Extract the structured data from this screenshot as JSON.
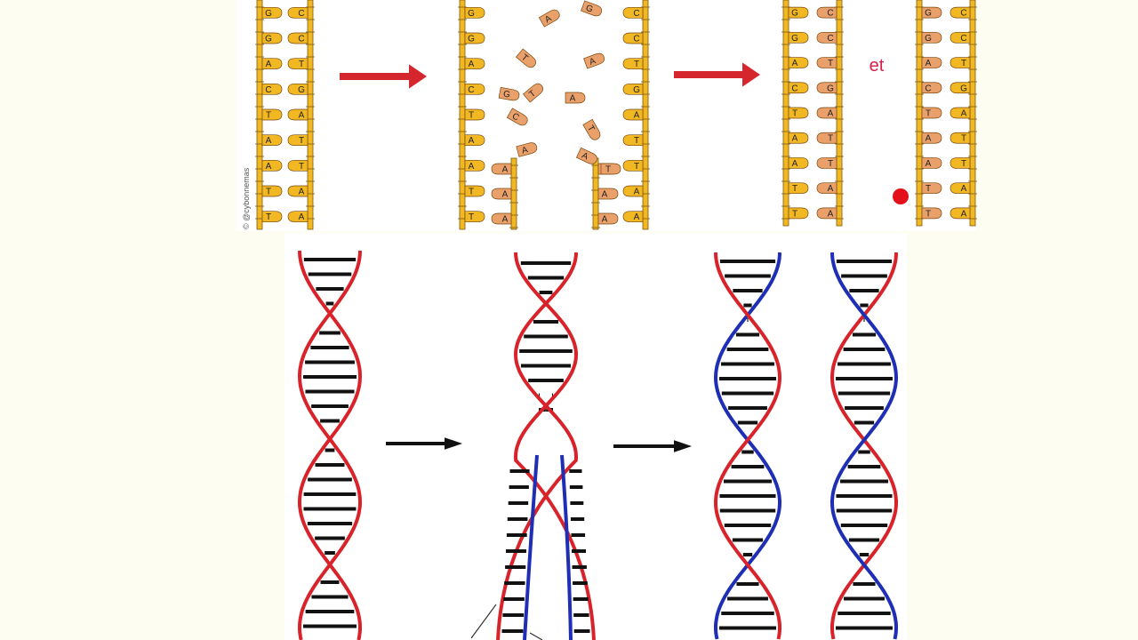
{
  "top_diagram": {
    "credit": "© @cybonnemas",
    "conjunction": "et",
    "base_sequence_left": [
      "G",
      "G",
      "A",
      "C",
      "T",
      "A",
      "A",
      "T",
      "T"
    ],
    "base_sequence_right": [
      "C",
      "C",
      "T",
      "G",
      "A",
      "T",
      "T",
      "A",
      "A"
    ],
    "free_nucleotides": [
      "A",
      "G",
      "T",
      "A",
      "G",
      "A",
      "C",
      "T",
      "T",
      "A",
      "A",
      "T"
    ]
  },
  "colors": {
    "backbone_yellow": "#f2b823",
    "nucleotide_orange": "#e9a06a",
    "old_strand_red": "#d8232a",
    "new_strand_blue": "#1f2fb5",
    "arrow_red": "#d6262d",
    "arrow_black": "#111111",
    "background": "#fdfdf2",
    "pointer_dot": "#e3101c"
  },
  "icons": {
    "arrow": "arrow-right-icon",
    "pointer": "red-dot-icon"
  }
}
